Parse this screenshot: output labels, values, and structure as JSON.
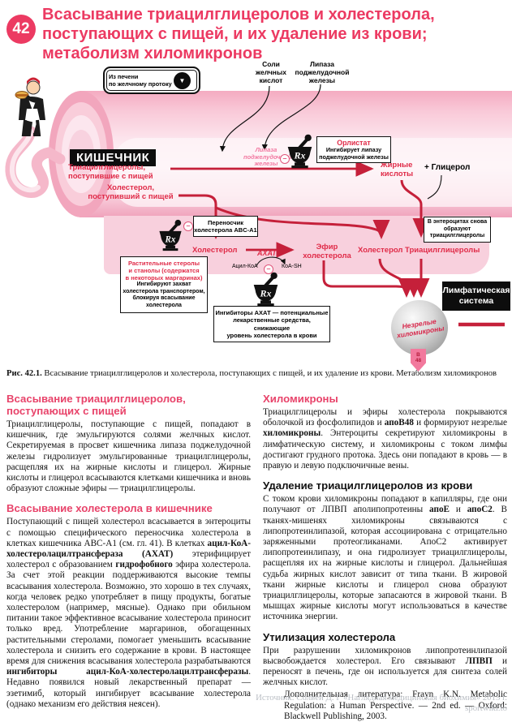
{
  "page": {
    "number": "42",
    "title": "Всасывание триацилглицеролов и холестерола,\nпоступающих с пищей, и их удаление из крови;\nметаболизм хиломикронов"
  },
  "figure": {
    "liver_box": "Из печени\nпо желчному протоку",
    "down_arrow": "▼",
    "bile_salts": "Соли\nжелчных\nкислот",
    "pancreatic_lipase_top": "Липаза\nподжелудочной\nжелезы",
    "intestine": "КИШЕЧНИК",
    "tag_in": "Триацилглицеролы,\nпоступившие с пищей",
    "lipase_italic": "Липаза\nподжелудочной\nжелезы",
    "orlistat_title": "Орлистат",
    "orlistat_text": "Ингибирует липазу\nподжелудочной железы",
    "fatty_acids": "Жирные\nкислоты",
    "plus_glycerol": "+ Глицерол",
    "chol_in": "Холестерол,\nпоступивший с пищей",
    "transporter_box": "Переносчик\nхолестерола ABC-A1",
    "cholesterol": "Холестерол",
    "akhat": "АХАТ",
    "acyl_coa": "Ацил-КоА",
    "coa_sh": "КоА-SH",
    "chol_ester": "Эфир\nхолестерола",
    "sterols_box_red": "Растительные стеролы\nи станолы (содержатся\nв некоторых маргаринах)",
    "sterols_box_black": "Ингибируют захват\nхолестерола транспортером,\nблокируя всасывание\nхолестерола",
    "akhat_inhibitors_box": "Ингибиторы АХАТ — потенциальные\nлекарственные средства, снижающие\nуровень холестерола в крови",
    "enterocyte_box": "В энтероцитах снова\nобразуют\nтриацилглицеролы",
    "chol2": "Холестерол",
    "tag2": "Триацилглицеролы",
    "lymph_box": "Лимфатическая\nсистема",
    "chylomicrons": "Незрелые\nхиломикроны",
    "b48": "В\n48",
    "rx": "Rx"
  },
  "caption": {
    "label": "Рис. 42.1.",
    "text": " Всасывание триацилглицеролов и холестерола, поступающих с пищей, и их удаление из крови. Метаболизм хиломикронов"
  },
  "article": {
    "left": [
      {
        "type": "h",
        "color": "pink",
        "text": "Всасывание триацилглицеролов, поступающих с пищей"
      },
      {
        "type": "p",
        "segments": [
          {
            "t": "Триацилглицеролы, поступающие с пищей, попадают в кишечник, где эмульгируются солями желчных кислот. Секретируемая в просвет кишечника липаза поджелудочной железы гидролизует эмульгированные триацилглицеролы, расщепляя их на жирные кислоты и глицерол. Жирные кислоты и глицерол всасываются клетками кишечника и вновь образуют сложные эфиры — триацилглицеролы."
          }
        ]
      },
      {
        "type": "h",
        "color": "pink",
        "text": "Всасывание холестерола в кишечнике"
      },
      {
        "type": "p",
        "segments": [
          {
            "t": "Поступающий с пищей холестерол всасывается в энтероциты с помощью специфического переносчика холестерола в клетках кишечника ABC-A1 (см. гл. 41). В клетках "
          },
          {
            "t": "ацил-КоА-холестеролацилтрансфераза (АХАТ)",
            "b": true
          },
          {
            "t": " этерифицирует холестерол с образованием "
          },
          {
            "t": "гидрофобного",
            "b": true
          },
          {
            "t": " эфира холестерола. За счет этой реакции поддерживаются высокие темпы всасывания холестерола. Возможно, это хорошо в тех случаях, когда человек редко употребляет в пищу продукты, богатые холестеролом (например, мясные). Однако при обильном питании такое эффективное всасывание холестерола приносит только вред. Употребление маргаринов, обогащенных растительными стеролами, помогает уменьшить всасывание холестерола и снизить его содержание в крови. В настоящее время для снижения всасывания холестерола разрабатываются "
          },
          {
            "t": "ингибиторы ацил-КоА-холестеролацилтрансферазы",
            "b": true
          },
          {
            "t": ". Недавно появился новый лекарственный препарат — эзетимиб, который ингибирует всасывание холестерола (однако механизм его действия неясен)."
          }
        ]
      }
    ],
    "right": [
      {
        "type": "h",
        "color": "pink",
        "text": "Хиломикроны"
      },
      {
        "type": "p",
        "segments": [
          {
            "t": "Триацилглицеролы и эфиры холестерола покрываются оболочкой из фосфолипидов и "
          },
          {
            "t": "апоВ48",
            "b": true
          },
          {
            "t": " и формируют незрелые "
          },
          {
            "t": "хиломикроны",
            "b": true
          },
          {
            "t": ". Энтероциты секретируют хиломикроны в лимфатическую систему, и хиломикроны с током лимфы достигают грудного протока. Здесь они попадают в кровь — в правую и левую подключичные вены."
          }
        ]
      },
      {
        "type": "h",
        "color": "black",
        "text": "Удаление триацилглицеролов из крови"
      },
      {
        "type": "p",
        "segments": [
          {
            "t": "С током крови хиломикроны попадают в капилляры, где они получают от ЛПВП аполипопротеины "
          },
          {
            "t": "апоЕ",
            "b": true
          },
          {
            "t": " и "
          },
          {
            "t": "апоС2",
            "b": true
          },
          {
            "t": ". В тканях-мишенях хиломикроны связываются с липопротеинлипазой, которая ассоциирована с отрицательно заряженными протеогликанами. АпоС2 активирует липопротеинлипазу, и она гидролизует триацилглицеролы, расщепляя их на жирные кислоты и глицерол. Дальнейшая судьба жирных кислот зависит от типа ткани. В жировой ткани жирные кислоты и глицерол снова образуют триацилглицеролы, которые запасаются в жировой ткани. В мышцах жирные кислоты могут использоваться в качестве источника энергии."
          }
        ]
      },
      {
        "type": "h",
        "color": "black",
        "text": "Утилизация холестерола"
      },
      {
        "type": "p",
        "segments": [
          {
            "t": "При разрушении хиломикронов липопротеинлипазой высвобождается холестерол. Его связывают "
          },
          {
            "t": "ЛПВП",
            "b": true
          },
          {
            "t": " и переносят в печень, где он используется для синтеза солей желчных кислот."
          }
        ]
      },
      {
        "type": "ref",
        "segments": [
          {
            "t": "Дополнительная литература: Frayn K.N. Metabolic Regulation: a Human Perspective. — 2nd ed. — Oxford: Blackwell Publishing, 2003."
          }
        ]
      }
    ]
  },
  "footer": {
    "source": "Источник: Солвей Д. Г «Наглядная медицинская биохимия» 2015 г.",
    "site": "sportwiki.to"
  },
  "colors": {
    "accent_pink": "#ec3a62",
    "arrow_red": "#c5203a",
    "lipase_pink": "#f279a1",
    "tube_pink": "#f9c9d8",
    "lymph_black": "#0d0d0d",
    "sphere_grey": "#a8a8a8",
    "b48_pink": "#f2799d"
  }
}
